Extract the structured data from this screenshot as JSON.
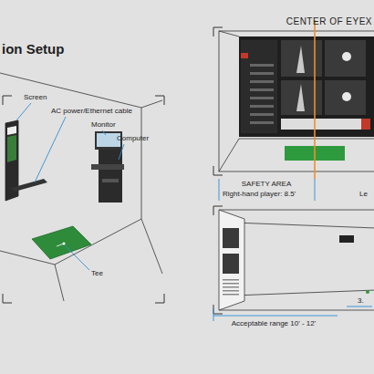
{
  "diagram": {
    "title": "ion Setup",
    "labels": [
      "Screen",
      "AC power/Ethernet cable",
      "Monitor",
      "Computer",
      "Tee",
      "CENTER OF EYEX",
      "SAFETY AREA",
      "Right-hand player: 8.5'",
      "Le",
      "Acceptable range 10' - 12'",
      "3."
    ]
  }
}
